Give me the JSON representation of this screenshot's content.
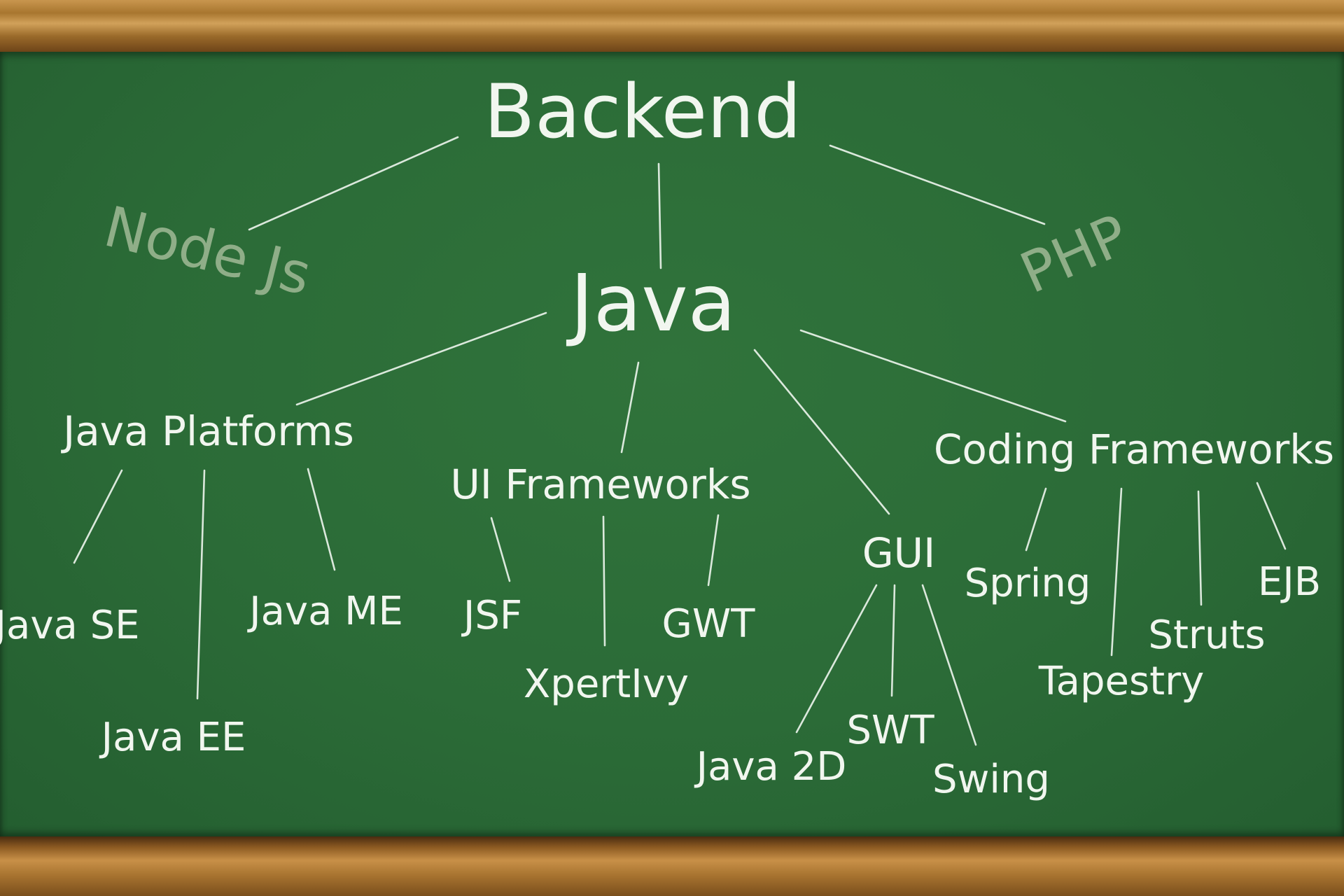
{
  "root": "Backend",
  "alternatives": [
    "Node Js",
    "PHP"
  ],
  "language": "Java",
  "categories": {
    "java_platforms": {
      "label": "Java Platforms",
      "items": [
        "Java SE",
        "Java EE",
        "Java ME"
      ]
    },
    "ui_frameworks": {
      "label": "UI Frameworks",
      "items": [
        "JSF",
        "XpertIvy",
        "GWT"
      ]
    },
    "gui": {
      "label": "GUI",
      "items": [
        "Java 2D",
        "SWT",
        "Swing"
      ]
    },
    "coding_frameworks": {
      "label": "Coding Frameworks",
      "items": [
        "Spring",
        "Tapestry",
        "Struts",
        "EJB"
      ]
    }
  },
  "colors": {
    "board": "#2b6b37",
    "chalk": "#f1f6ef",
    "faded_chalk": "#8fae88",
    "frame": "#a8762f"
  }
}
